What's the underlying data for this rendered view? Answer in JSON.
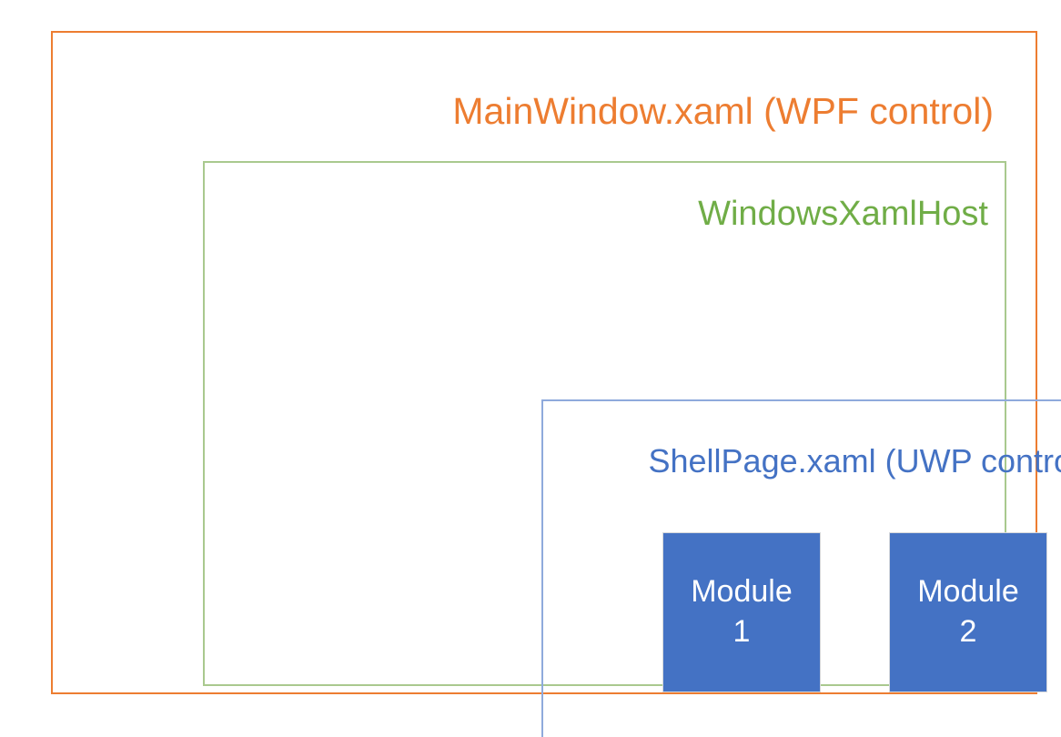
{
  "diagram": {
    "type": "nested-containers",
    "background_color": "#FFFFFF",
    "layers": [
      {
        "id": "mainwindow",
        "label": "MainWindow.xaml (WPF control)",
        "border_color": "#ED7D31",
        "text_color": "#ED7D31",
        "label_align": "right"
      },
      {
        "id": "windowsxamlhost",
        "label": "WindowsXamlHost",
        "border_color": "#A9C98E",
        "text_color": "#70AD47",
        "label_align": "right"
      },
      {
        "id": "shellpage",
        "label": "ShellPage.xaml (UWP control)",
        "border_color": "#8FAADC",
        "text_color": "#4472C4",
        "label_align": "right"
      }
    ],
    "modules": [
      {
        "name": "Module",
        "index": "1",
        "fill_color": "#4472C4",
        "text_color": "#FFFFFF",
        "border_color": "#D6D8DB"
      },
      {
        "name": "Module",
        "index": "2",
        "fill_color": "#4472C4",
        "text_color": "#FFFFFF",
        "border_color": "#D6D8DB"
      }
    ]
  }
}
